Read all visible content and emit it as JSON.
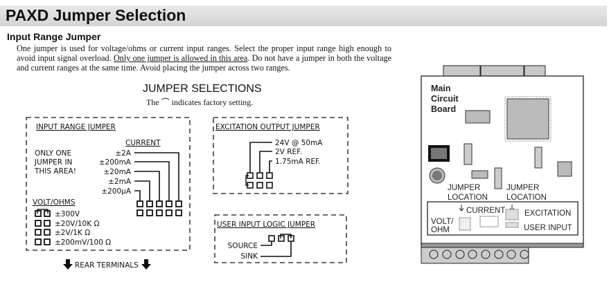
{
  "header": {
    "title": "PAXD Jumper Selection"
  },
  "section": {
    "title": "Input Range Jumper",
    "para_1": "One jumper is used for voltage/ohms or current input ranges. Select the proper input range high enough to avoid input signal overload. ",
    "para_underlined": "Only one jumper is allowed in this area",
    "para_2": ". Do not have a jumper in both the voltage and current ranges at the same time. Avoid placing the jumper across two ranges."
  },
  "selections": {
    "title": "JUMPER SELECTIONS",
    "note_pre": "The",
    "note_symbol": "⌒",
    "note_post": "indicates factory setting."
  },
  "input_range": {
    "title": "INPUT RANGE JUMPER",
    "warning": [
      "ONLY ONE",
      "JUMPER IN",
      "THIS AREA!"
    ],
    "current_title": "CURRENT",
    "current": [
      "±2A",
      "±200mA",
      "±20mA",
      "±2mA",
      "±200µA"
    ],
    "volt_title": "VOLT/OHMS",
    "volt": [
      "±300V",
      "±20V/10K Ω",
      "±2V/1K Ω",
      "±200mV/100 Ω"
    ],
    "rear": "REAR TERMINALS"
  },
  "excitation": {
    "title": "EXCITATION OUTPUT JUMPER",
    "options": [
      "24V @ 50mA",
      "2V REF.",
      "1.75mA REF."
    ]
  },
  "user_input": {
    "title": "USER INPUT LOGIC JUMPER",
    "source": "SOURCE",
    "sink": "SINK"
  },
  "board": {
    "title": [
      "Main",
      "Circuit",
      "Board"
    ],
    "jumper_location": [
      "JUMPER",
      "LOCATION"
    ],
    "current": "CURRENT",
    "excitation": "EXCITATION",
    "volt_ohm": [
      "VOLT/",
      "OHM"
    ],
    "user_input": "USER INPUT"
  }
}
